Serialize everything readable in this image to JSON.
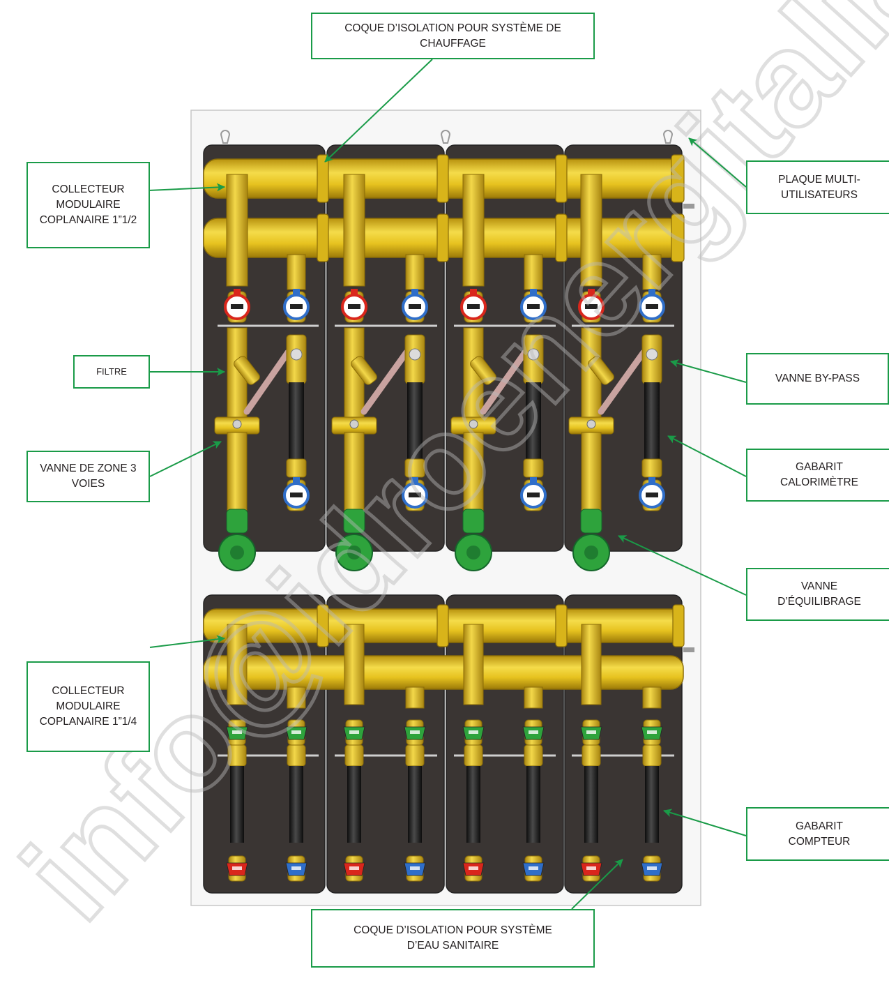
{
  "colors": {
    "arrow": "#1a9b48",
    "box_border": "#1a9b48",
    "brass": "#e6c21f",
    "insulation": "#3a3533",
    "plate": "#f7f7f7",
    "hot": "#d9261c",
    "cold": "#2f6ec9",
    "balancing": "#2ea33c",
    "bypass_pipe": "#c9a3a0",
    "watermark": "#b9b9b9"
  },
  "labels": {
    "top_shell": "COQUE D’ISOLATION POUR SYSTÈME DE\nCHAUFFAGE",
    "collector_heating": "COLLECTEUR\nMODULAIRE\nCOPLANAIRE 1”1/2",
    "plate": "PLAQUE MULTI-\nUTILISATEURS",
    "filter": "FILTRE",
    "bypass_valve": "VANNE BY-PASS",
    "zone_valve": "VANNE DE ZONE 3\nVOIES",
    "heat_meter_template": "GABARIT\nCALORIMÈTRE",
    "balancing_valve": "VANNE\nD’ÉQUILIBRAGE",
    "collector_sanitary": "COLLECTEUR\nMODULAIRE\nCOPLANAIRE 1”1/4",
    "water_meter_template": "GABARIT\nCOMPTEUR",
    "bottom_shell": "COQUE D’ISOLATION POUR SYSTÈME\nD’EAU SANITAIRE"
  },
  "illustration": {
    "heating_modules": 4,
    "sanitary_modules": 4,
    "watermark_text": "info@idroenergitalia.it"
  }
}
